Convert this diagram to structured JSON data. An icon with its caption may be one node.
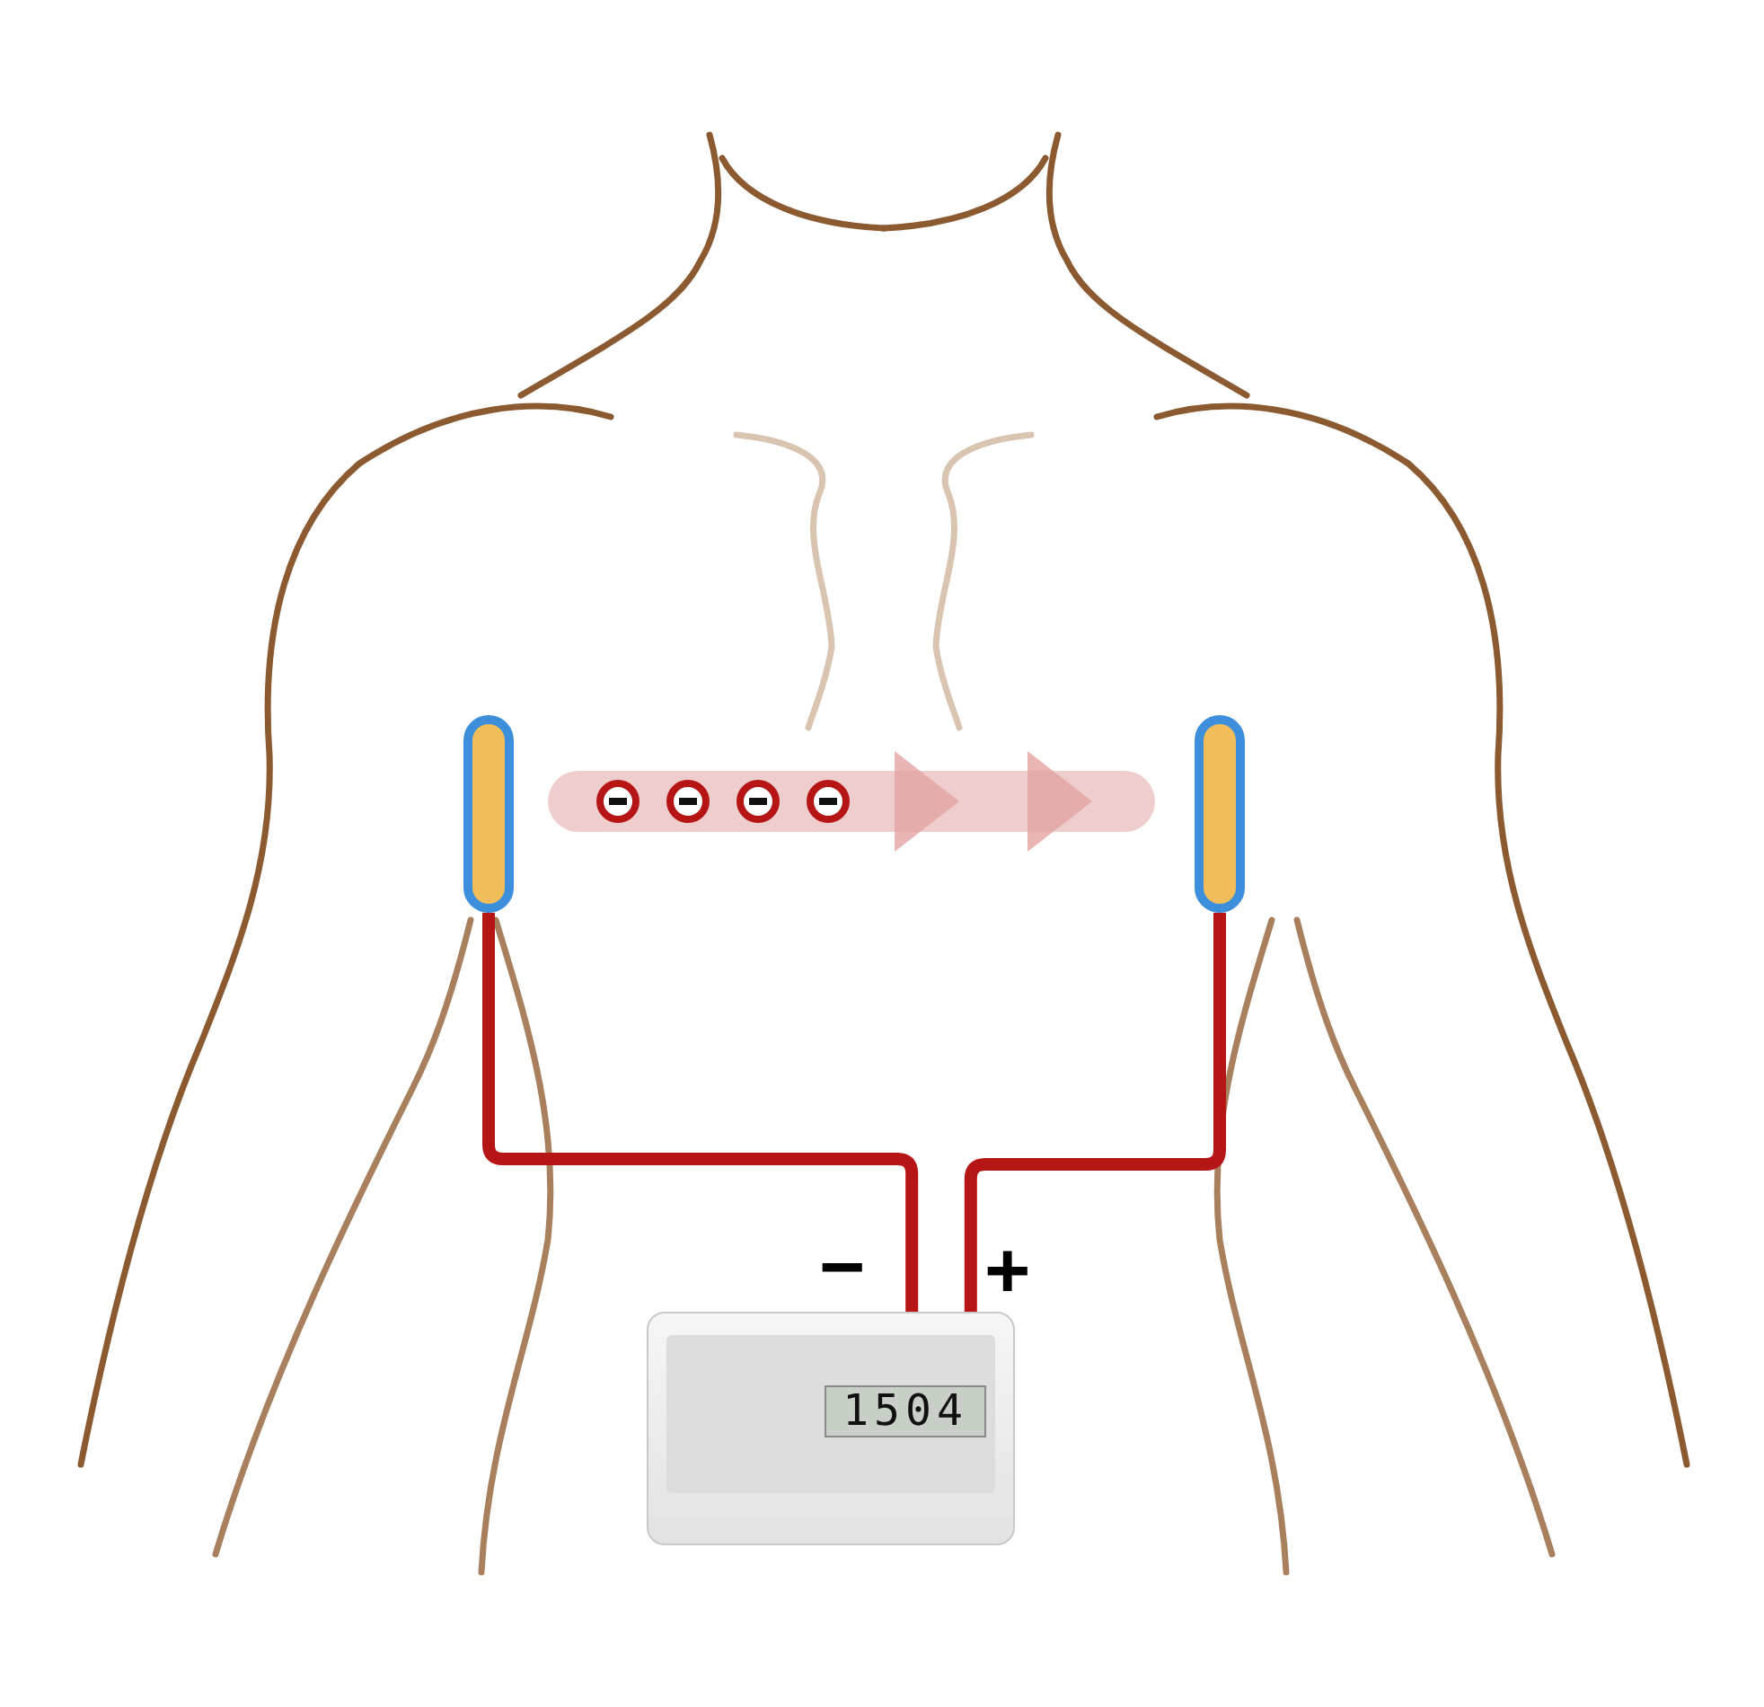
{
  "diagram": {
    "nodes": [
      {
        "text": [],
        "shape": "bar"
      },
      {
        "text": [],
        "shape": "bar"
      },
      {
        "text": [
          "1504"
        ]
      }
    ],
    "edges": [
      {
        "from": 0,
        "to": 2,
        "arrow": "none"
      },
      {
        "from": 1,
        "to": 2,
        "arrow": "none"
      }
    ],
    "labels": [
      "−",
      "+"
    ]
  }
}
